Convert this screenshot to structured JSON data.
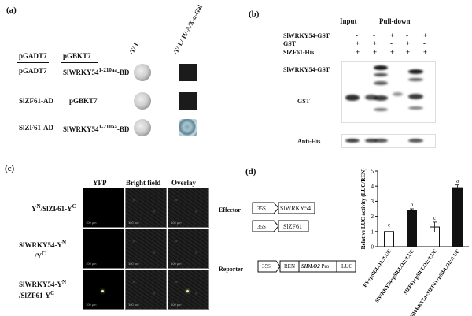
{
  "panel_a": {
    "label": "(a)",
    "col_headers": [
      "-T/-L",
      "-T/-L/-H/-A/X-α-Gal"
    ],
    "header_ad": "pGADT7",
    "header_bd": "pGBKT7",
    "rows": [
      {
        "ad": "pGADT7",
        "bd": "SlWRKY54",
        "bd_sup": "1-210aa",
        "bd_suffix": "-BD"
      },
      {
        "ad": "SlZF61-AD",
        "bd": "pGBKT7",
        "bd_sup": "",
        "bd_suffix": ""
      },
      {
        "ad": "SlZF61-AD",
        "bd": "SlWRKY54",
        "bd_sup": "1-210aa",
        "bd_suffix": "-BD"
      }
    ]
  },
  "panel_b": {
    "label": "(b)",
    "input_label": "Input",
    "pulldown_label": "Pull-down",
    "row_labels": [
      "SlWRKY54-GST",
      "GST",
      "SlZF61-His"
    ],
    "signs": [
      [
        "-",
        "-",
        "+",
        "-",
        "+"
      ],
      [
        "+",
        "+",
        "-",
        "+",
        "-"
      ],
      [
        "+",
        "+",
        "+",
        "+",
        "+"
      ]
    ],
    "blot_labels": [
      "SlWRKY54-GST",
      "GST",
      "Anti-His"
    ]
  },
  "panel_c": {
    "label": "(c)",
    "col_headers": [
      "YFP",
      "Bright field",
      "Overlay"
    ],
    "rows": [
      {
        "line1": "Y",
        "sup1": "N",
        "mid": "/SlZF61-Y",
        "sup2": "C",
        "line2": ""
      },
      {
        "line1": "SlWRKY54-Y",
        "sup1": "N",
        "mid": "",
        "sup2": "",
        "line2": "/Y",
        "sup3": "C"
      },
      {
        "line1": "SlWRKY54-Y",
        "sup1": "N",
        "mid": "",
        "sup2": "",
        "line2": "/SlZF61-Y",
        "sup3": "C"
      }
    ],
    "scale_text": "100 μm"
  },
  "panel_d": {
    "label": "(d)",
    "effector_label": "Effector",
    "reporter_label": "Reporter",
    "promoter": "35S",
    "effector_genes": [
      "SlWRKY54",
      "SlZF61"
    ],
    "reporter_parts": [
      "REN",
      "SlDLO2",
      "Pro",
      "LUC"
    ]
  },
  "chart_data": {
    "type": "bar",
    "ylabel": "Relative LUC activity (LUC/REN)",
    "ylim": [
      0,
      5
    ],
    "yticks": [
      0,
      1,
      2,
      3,
      4,
      5
    ],
    "categories": [
      "EV+pSlDLO2::LUC",
      "SlWRKY54+pSlDLO2::LUC",
      "SlZF61+pSlDLO2::LUC",
      "SlWRKY54+SlZF61+pSlDLO2::LUC"
    ],
    "values": [
      1.0,
      2.4,
      1.3,
      3.9
    ],
    "errors": [
      0.18,
      0.1,
      0.32,
      0.18
    ],
    "fills": [
      "#ffffff",
      "#111111",
      "#ffffff",
      "#111111"
    ],
    "letters": [
      "c",
      "b",
      "c",
      "a"
    ]
  }
}
